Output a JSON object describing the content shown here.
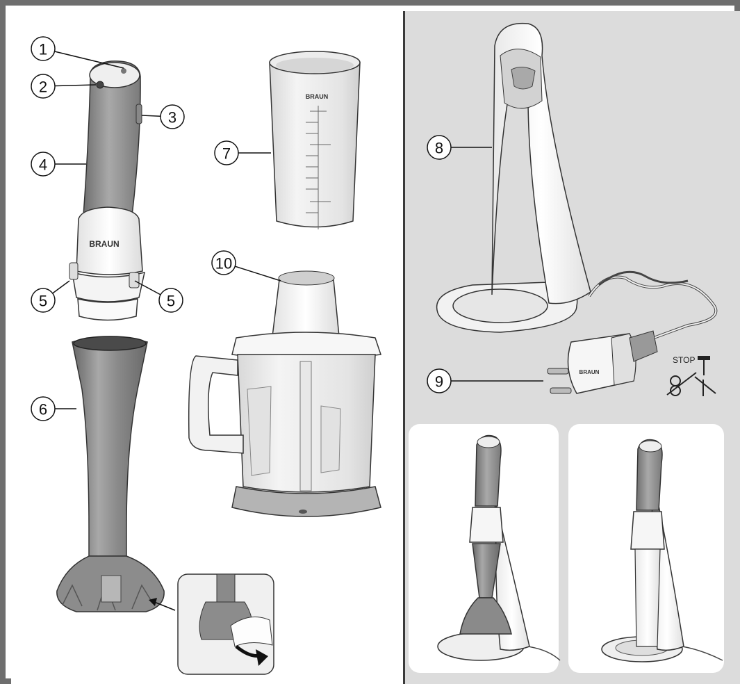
{
  "brand": "BRAUN",
  "stop_label": "STOP",
  "callouts": [
    "1",
    "2",
    "3",
    "4",
    "5",
    "5",
    "6",
    "7",
    "8",
    "9",
    "10"
  ],
  "colors": {
    "frame": "#6e6e6e",
    "right_panel_bg": "#dcdcdc",
    "product_gray": "#8d8d8d",
    "product_light": "#f2f2f2",
    "outline": "#333333"
  }
}
